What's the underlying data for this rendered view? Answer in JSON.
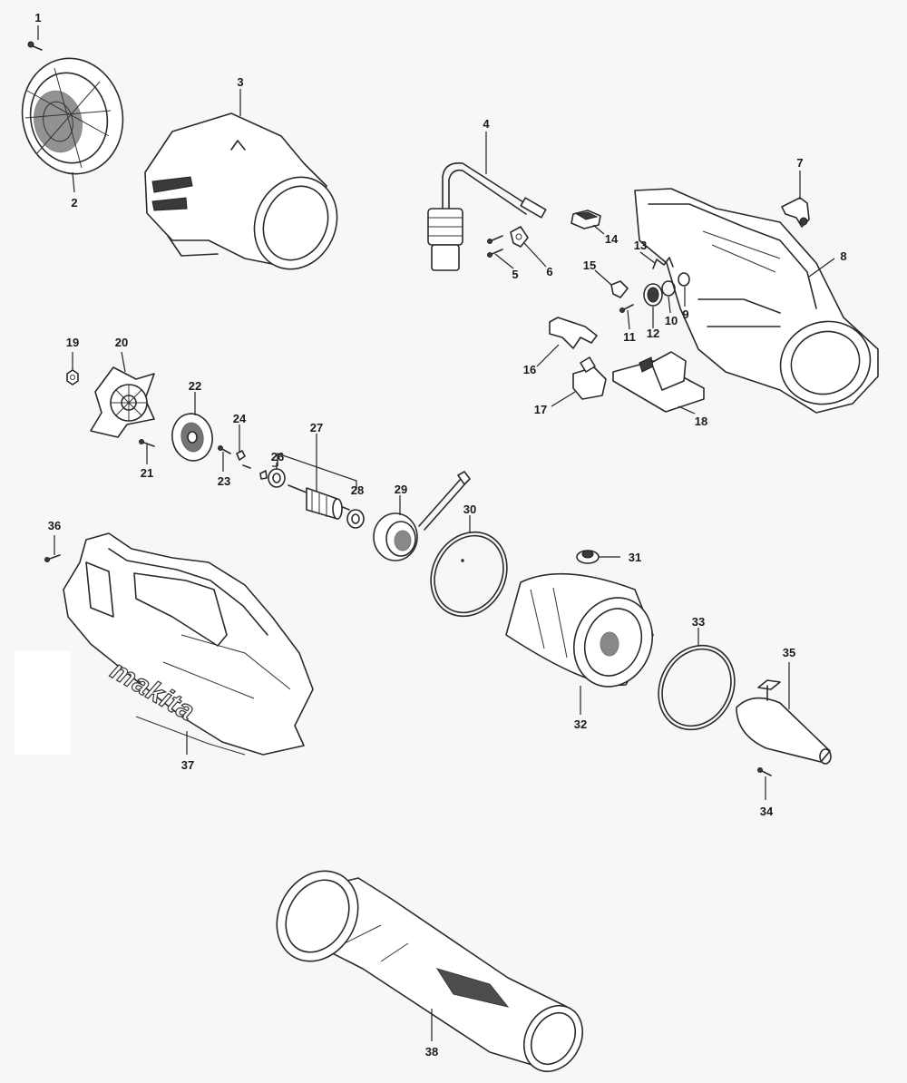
{
  "brand_text": "makita",
  "callouts": [
    {
      "id": "1",
      "label": "1"
    },
    {
      "id": "2",
      "label": "2"
    },
    {
      "id": "3",
      "label": "3"
    },
    {
      "id": "4",
      "label": "4"
    },
    {
      "id": "5",
      "label": "5"
    },
    {
      "id": "6",
      "label": "6"
    },
    {
      "id": "7",
      "label": "7"
    },
    {
      "id": "8",
      "label": "8"
    },
    {
      "id": "9",
      "label": "9"
    },
    {
      "id": "10",
      "label": "10"
    },
    {
      "id": "11",
      "label": "11"
    },
    {
      "id": "12",
      "label": "12"
    },
    {
      "id": "13",
      "label": "13"
    },
    {
      "id": "14",
      "label": "14"
    },
    {
      "id": "15",
      "label": "15"
    },
    {
      "id": "16",
      "label": "16"
    },
    {
      "id": "17",
      "label": "17"
    },
    {
      "id": "18",
      "label": "18"
    },
    {
      "id": "19",
      "label": "19"
    },
    {
      "id": "20",
      "label": "20"
    },
    {
      "id": "21",
      "label": "21"
    },
    {
      "id": "22",
      "label": "22"
    },
    {
      "id": "23",
      "label": "23"
    },
    {
      "id": "24",
      "label": "24"
    },
    {
      "id": "26",
      "label": "26"
    },
    {
      "id": "27",
      "label": "27"
    },
    {
      "id": "28",
      "label": "28"
    },
    {
      "id": "29",
      "label": "29"
    },
    {
      "id": "30",
      "label": "30"
    },
    {
      "id": "31",
      "label": "31"
    },
    {
      "id": "32",
      "label": "32"
    },
    {
      "id": "33",
      "label": "33"
    },
    {
      "id": "34",
      "label": "34"
    },
    {
      "id": "35",
      "label": "35"
    },
    {
      "id": "36",
      "label": "36"
    },
    {
      "id": "37",
      "label": "37"
    },
    {
      "id": "38",
      "label": "38"
    }
  ]
}
